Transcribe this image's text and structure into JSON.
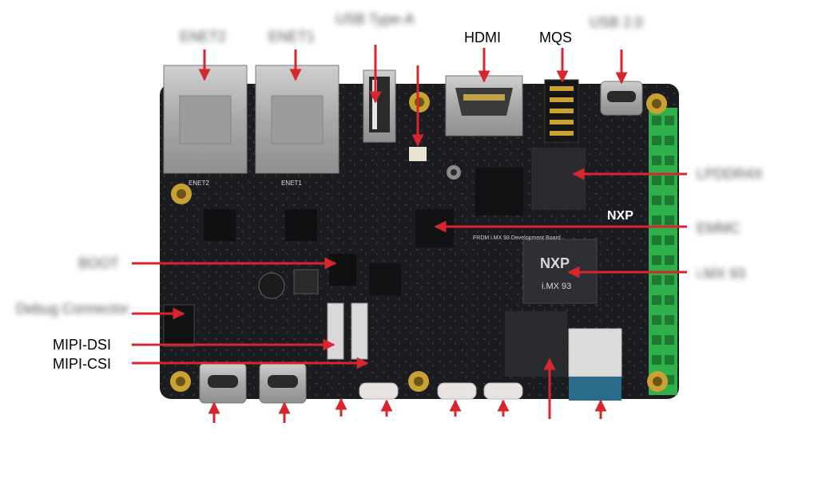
{
  "labels": {
    "hdmi": "HDMI",
    "mqs": "MQS",
    "mipi_dsi": "MIPI-DSI",
    "mipi_csi": "MIPI-CSI",
    "enet2": "ENET2",
    "enet1": "ENET1",
    "usb_a": "USB Type-A",
    "usb_c": "USB 2.0",
    "boot": "BOOT",
    "lpddr": "LPDDR4X",
    "emmc": "EMMC",
    "imx": "i.MX 93",
    "debug": "Debug Connector"
  },
  "board": {
    "silk_nxp": "NXP",
    "silk_imx": "i.MX 93",
    "silk_frdm": "FRDM i.MX 93 Development Board",
    "silk_enet2": "ENET2",
    "silk_enet1": "ENET1"
  },
  "colors": {
    "board": "#1a1b1e",
    "arrow": "#d7262e",
    "header": "#2fb04a",
    "gold": "#c9a233"
  }
}
